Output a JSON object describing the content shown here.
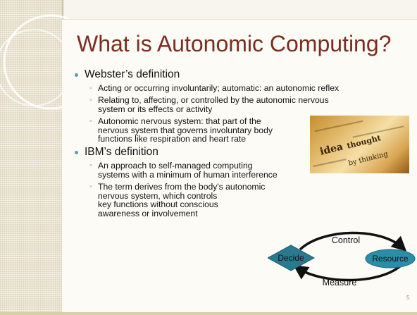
{
  "slide": {
    "title": "What is Autonomic Computing?",
    "page_number": "5",
    "bullets": [
      {
        "label": "Webster’s definition",
        "subs": [
          [
            "Acting or occurring involuntarily; automatic: an autonomic reflex"
          ],
          [
            "Relating to, affecting, or controlled by the autonomic nervous",
            "system or its effects or activity"
          ],
          [
            "Autonomic nervous system: that part of the",
            "nervous system that governs involuntary body",
            "functions like respiration and heart rate"
          ]
        ]
      },
      {
        "label": "IBM’s definition",
        "subs": [
          [
            "An approach to self-managed computing",
            "systems with a minimum of human interference"
          ],
          [
            "The term derives from the body's autonomic",
            "nervous system, which controls",
            "key functions without conscious",
            "awareness or involvement"
          ]
        ]
      }
    ],
    "sub_marker": "◦",
    "diagram": {
      "decide_label": "Decide",
      "resource_label": "Resource",
      "control_label": "Control",
      "measure_label": "Measure"
    },
    "photo_words": [
      "idea",
      "thought",
      "by thinking"
    ],
    "colors": {
      "title": "#7a2e21",
      "bullet_dot": "#5d9bb4",
      "decide_fill": "#2a7a8f",
      "resource_fill": "#2a8ea8",
      "strip": "#e8e2cf"
    }
  }
}
